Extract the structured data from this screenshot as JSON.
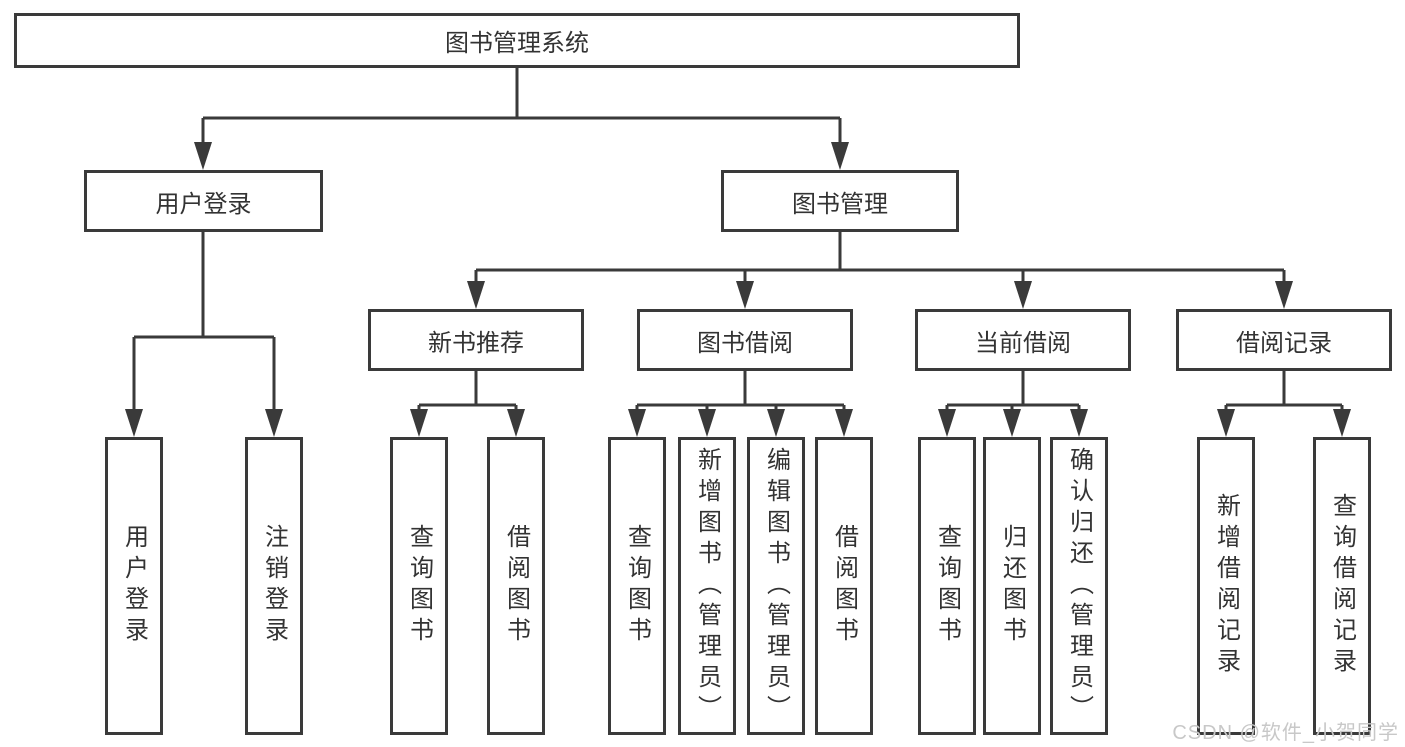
{
  "root": {
    "label": "图书管理系统"
  },
  "branches": [
    {
      "label": "用户登录",
      "leaves": [
        "用户登录",
        "注销登录"
      ]
    },
    {
      "label": "图书管理",
      "children": [
        {
          "label": "新书推荐",
          "leaves": [
            "查询图书",
            "借阅图书"
          ]
        },
        {
          "label": "图书借阅",
          "leaves": [
            "查询图书",
            "新增图书（管理员）",
            "编辑图书（管理员）",
            "借阅图书"
          ]
        },
        {
          "label": "当前借阅",
          "leaves": [
            "查询图书",
            "归还图书",
            "确认归还（管理员）"
          ]
        },
        {
          "label": "借阅记录",
          "leaves": [
            "新增借阅记录",
            "查询借阅记录"
          ]
        }
      ]
    }
  ],
  "watermark": "CSDN @软件_小贺同学",
  "colors": {
    "line": "#3a3a3a",
    "text": "#333333",
    "watermark": "#c8c8c8",
    "background": "#ffffff"
  }
}
